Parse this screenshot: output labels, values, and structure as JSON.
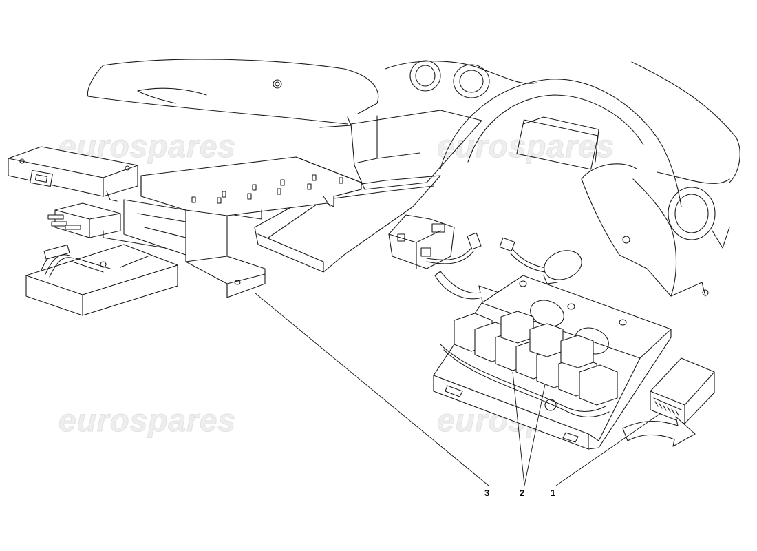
{
  "watermark": "eurospares",
  "callouts": [
    {
      "id": "1",
      "label": "1"
    },
    {
      "id": "2",
      "label": "2"
    },
    {
      "id": "3",
      "label": "3"
    }
  ],
  "colors": {
    "line": "#1a1a1a",
    "watermark": "#e6e6e6",
    "background": "#ffffff"
  }
}
